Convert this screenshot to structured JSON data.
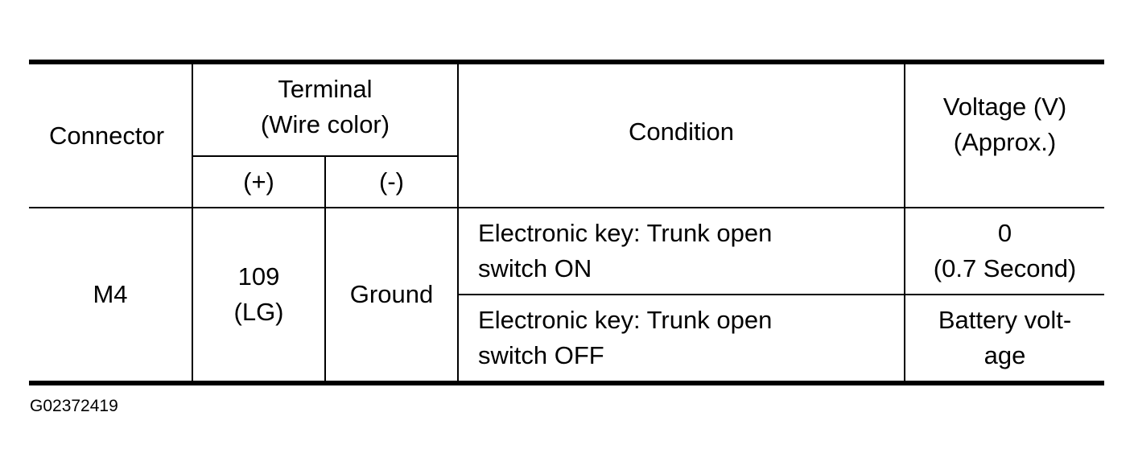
{
  "table": {
    "headers": {
      "connector": "Connector",
      "terminal_line1": "Terminal",
      "terminal_line2": "(Wire color)",
      "plus": "(+)",
      "minus": "(-)",
      "condition": "Condition",
      "voltage_line1": "Voltage (V)",
      "voltage_line2": "(Approx.)"
    },
    "rows": [
      {
        "connector": "M4",
        "plus_line1": "109",
        "plus_line2": "(LG)",
        "minus": "Ground",
        "condition_line1": "Electronic key: Trunk open",
        "condition_line2": "switch ON",
        "voltage_line1": "0",
        "voltage_line2": "(0.7 Second)"
      },
      {
        "condition_line1": "Electronic key: Trunk open",
        "condition_line2": "switch OFF",
        "voltage_line1": "Battery volt-",
        "voltage_line2": "age"
      }
    ]
  },
  "figure_code": "G02372419"
}
